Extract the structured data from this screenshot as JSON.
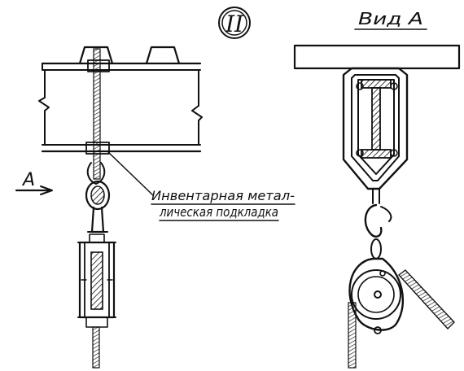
{
  "sheet_mark": "II",
  "view_title": "Вид А",
  "section_arrow_label": "А",
  "callout": {
    "line1": "Инвентарная метал-",
    "line2": "лическая подкладка"
  }
}
